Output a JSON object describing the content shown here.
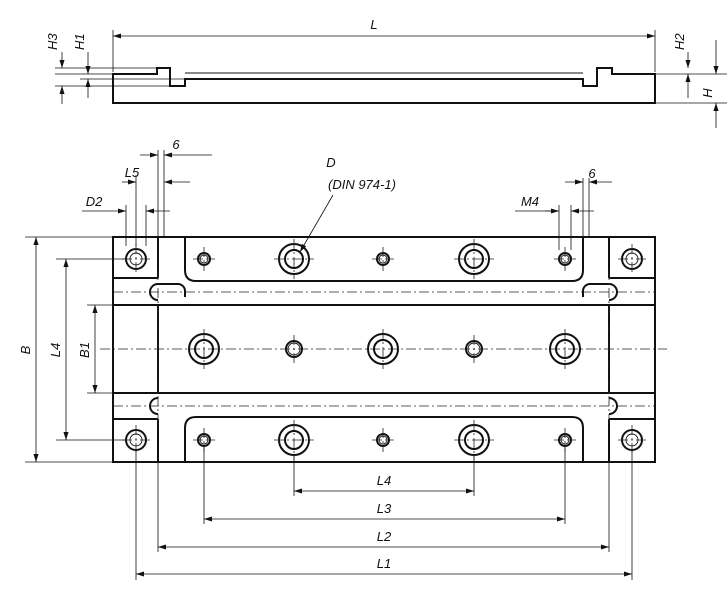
{
  "labels": {
    "L": "L",
    "H3": "H3",
    "H1": "H1",
    "H2": "H2",
    "H": "H",
    "six_left": "6",
    "six_right": "6",
    "L5": "L5",
    "D2": "D2",
    "D": "D",
    "D_std": "(DIN 974-1)",
    "M4": "M4",
    "B": "B",
    "L4_side": "L4",
    "B1": "B1",
    "L4_bottom": "L4",
    "L3": "L3",
    "L2": "L2",
    "L1": "L1"
  }
}
